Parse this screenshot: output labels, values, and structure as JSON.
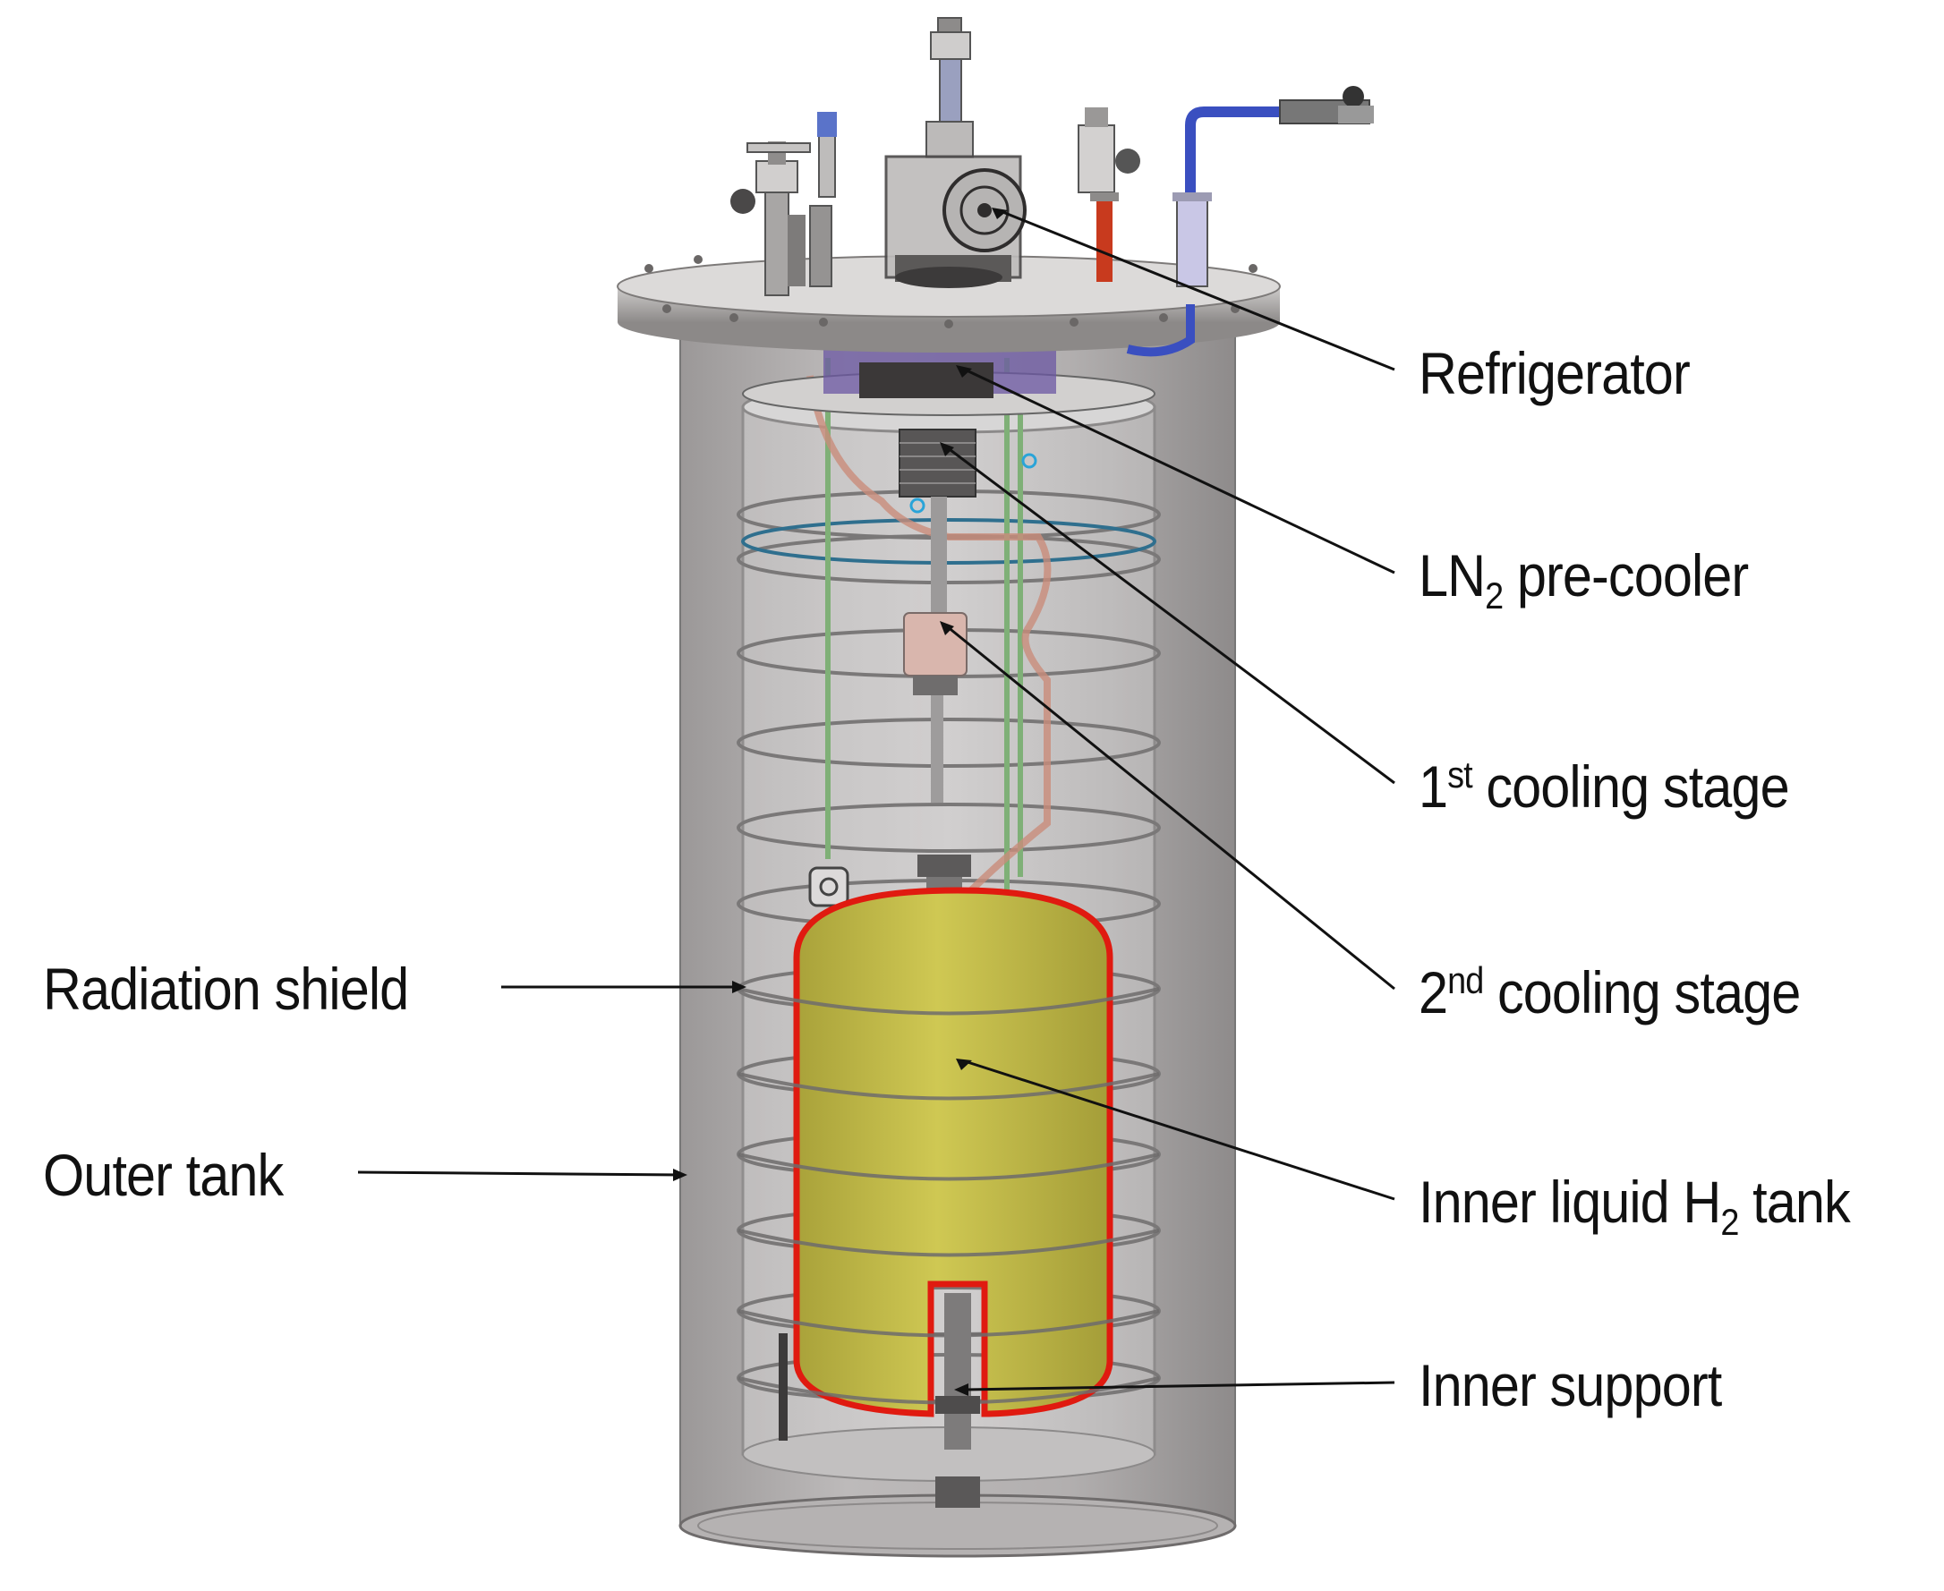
{
  "labels": {
    "refrigerator": "Refrigerator",
    "ln2_main": "LN",
    "ln2_sub": "2",
    "ln2_rest": " pre-cooler",
    "stage1_num": "1",
    "stage1_sup": "st",
    "stage1_rest": " cooling stage",
    "stage2_num": "2",
    "stage2_sup": "nd",
    "stage2_rest": " cooling stage",
    "inner_tank_main": "Inner liquid H",
    "inner_tank_sub": "2",
    "inner_tank_rest": " tank",
    "inner_support": "Inner support",
    "radiation_shield": "Radiation shield",
    "outer_tank": "Outer tank"
  },
  "colors": {
    "liquid_h2_fill": "#c9c24a",
    "tank_outline": "#e01a10",
    "outer_tank": "#a9a6a6",
    "pipe_blue": "#3a4fc0",
    "pipe_red": "#c83a1e",
    "coil_green": "#7fb077"
  }
}
